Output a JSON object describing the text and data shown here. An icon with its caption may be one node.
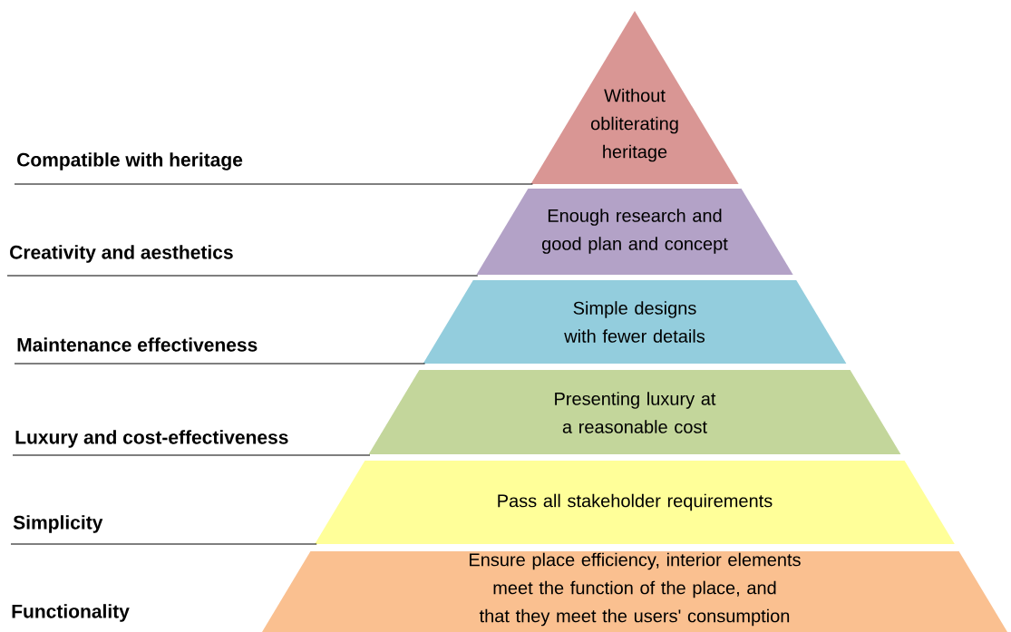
{
  "diagram": {
    "nodes": [
      {
        "text": [
          "Without obliterating heritage"
        ]
      },
      {
        "text": [
          "Enough research and good plan and concept"
        ]
      },
      {
        "text": [
          "Simple designs with fewer details"
        ]
      },
      {
        "text": [
          "Presenting luxury at a reasonable cost"
        ]
      },
      {
        "text": [
          "Pass all stakeholder requirements"
        ]
      },
      {
        "text": [
          "Ensure place efficiency, interior elements meet the function of the place, and that they meet the users' consumption"
        ]
      },
      {
        "text": [
          "Compatible with heritage"
        ]
      },
      {
        "text": [
          "Creativity and aesthetics"
        ]
      },
      {
        "text": [
          "Maintenance effectiveness"
        ]
      },
      {
        "text": [
          "Luxury and cost-effectiveness"
        ]
      },
      {
        "text": [
          "Simplicity"
        ]
      },
      {
        "text": [
          "Functionality"
        ]
      }
    ],
    "edges": [
      {
        "from": 6,
        "to": 0,
        "arrow": "none"
      },
      {
        "from": 7,
        "to": 1,
        "arrow": "none"
      },
      {
        "from": 8,
        "to": 2,
        "arrow": "none"
      },
      {
        "from": 9,
        "to": 3,
        "arrow": "none"
      },
      {
        "from": 10,
        "to": 4,
        "arrow": "none"
      }
    ]
  }
}
